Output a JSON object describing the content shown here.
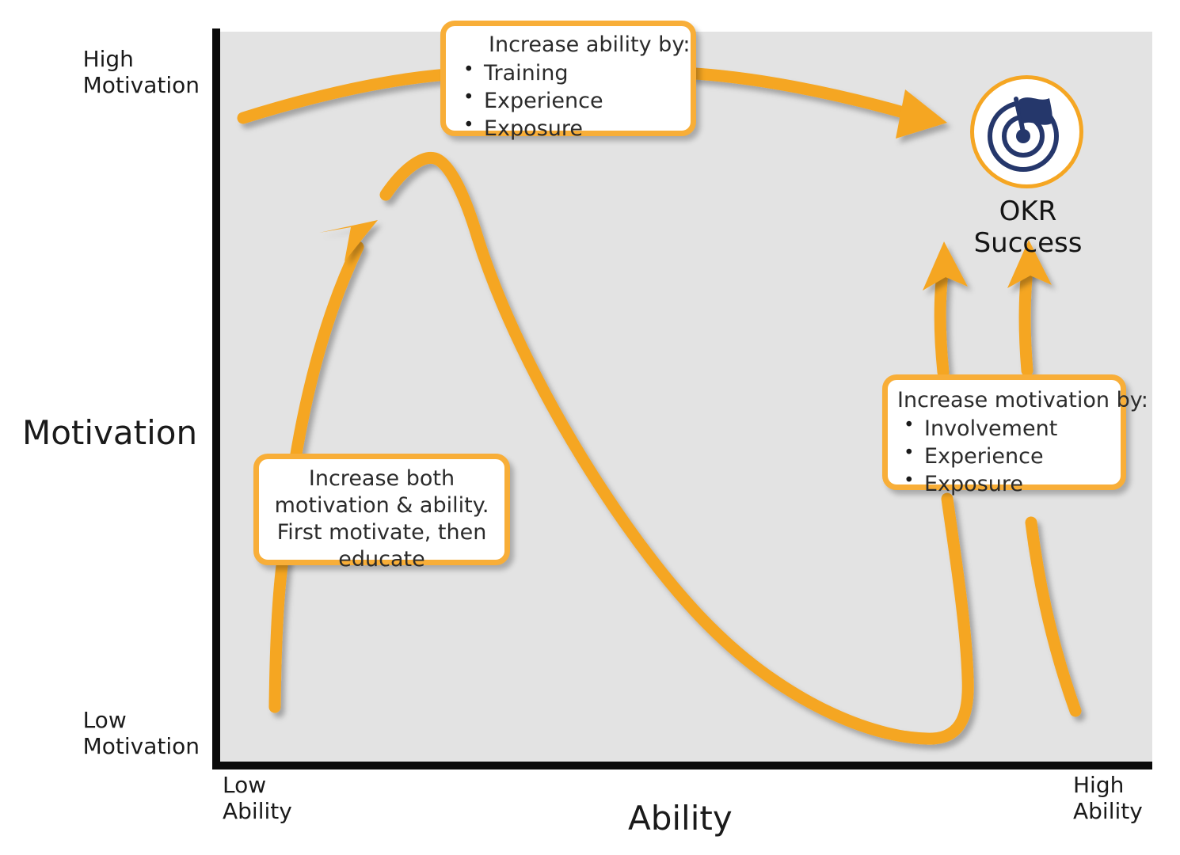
{
  "chart_data": {
    "type": "diagram",
    "title": "Motivation vs Ability quadrant diagram",
    "xlabel": "Ability",
    "ylabel": "Motivation",
    "x_ticks": [
      "Low\nAbility",
      "High\nAbility"
    ],
    "y_ticks": [
      "High\nMotivation",
      "Low\nMotivation"
    ],
    "grid": false,
    "legend": "none",
    "paths": [
      {
        "name": "high-motivation-low-ability-path",
        "from": "High motivation / Low ability",
        "to": "OKR Success",
        "annotation": "Increase ability by: Training, Experience, Exposure"
      },
      {
        "name": "low-motivation-low-ability-path",
        "from": "Low motivation / Low ability",
        "to": "Mid motivation / Low-mid ability",
        "annotation": "Increase both motivation & ability. First motivate, then educate"
      },
      {
        "name": "declining-curve",
        "from": "Mid-high motivation / Low-mid ability",
        "to": "Low motivation / High ability then up to OKR Success",
        "annotation": "Increase motivation by: Involvement, Experience, Exposure"
      },
      {
        "name": "low-motivation-high-ability-path",
        "from": "Low motivation / High ability",
        "to": "OKR Success",
        "annotation": "Increase motivation by: Involvement, Experience, Exposure"
      }
    ]
  },
  "axes": {
    "y_title": "Motivation",
    "y_high": "High\nMotivation",
    "y_low": "Low\nMotivation",
    "x_title": "Ability",
    "x_low": "Low\nAbility",
    "x_high": "High\nAbility"
  },
  "callouts": {
    "ability": {
      "title": "Increase ability by:",
      "items": [
        "Training",
        "Experience",
        "Exposure"
      ]
    },
    "motivation": {
      "title": "Increase motivation by:",
      "items": [
        "Involvement",
        "Experience",
        "Exposure"
      ]
    },
    "both": {
      "lines": [
        "Increase both",
        "motivation & ability.",
        "First motivate, then",
        "educate"
      ]
    }
  },
  "goal": {
    "label": "OKR Success",
    "icon": "target-flag-icon"
  },
  "colors": {
    "accent_orange": "#F5A623",
    "callout_border": "#F8AE38",
    "plot_background": "#E3E3E3",
    "axis": "#0a0a0a",
    "icon_navy": "#25376B",
    "page_background": "#FFFFFF"
  }
}
